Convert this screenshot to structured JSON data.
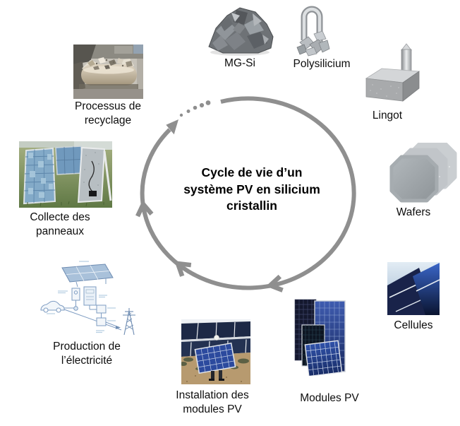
{
  "title": {
    "text": "Cycle de vie d’un système PV en silicium cristallin",
    "lines": [
      "Cycle de vie d’un",
      "système PV en silicium",
      "cristallin"
    ]
  },
  "cycle": {
    "direction": "clockwise",
    "arrow_color": "#8f8f8f",
    "dotted_segment": "between recycling stage and MG-Si stage",
    "stages": [
      {
        "id": "mg-si",
        "label": "MG-Si",
        "lines": [
          "MG-Si"
        ],
        "icon": "silicon-chunks-photo"
      },
      {
        "id": "polysilicium",
        "label": "Polysilicium",
        "lines": [
          "Polysilicium"
        ],
        "icon": "polysilicon-rod-photo"
      },
      {
        "id": "lingot",
        "label": "Lingot",
        "lines": [
          "Lingot"
        ],
        "icon": "silicon-ingot-photo"
      },
      {
        "id": "wafers",
        "label": "Wafers",
        "lines": [
          "Wafers"
        ],
        "icon": "wafer-stack-photo"
      },
      {
        "id": "cellules",
        "label": "Cellules",
        "lines": [
          "Cellules"
        ],
        "icon": "solar-cells-photo"
      },
      {
        "id": "modules-pv",
        "label": "Modules PV",
        "lines": [
          "Modules PV"
        ],
        "icon": "pv-modules-photo"
      },
      {
        "id": "installation",
        "label": "Installation des modules PV",
        "lines": [
          "Installation des",
          "modules PV"
        ],
        "icon": "module-installation-photo"
      },
      {
        "id": "production",
        "label": "Production de l’électricité",
        "lines": [
          "Production de",
          "l’électricité"
        ],
        "icon": "electricity-system-schematic"
      },
      {
        "id": "collecte",
        "label": "Collecte des panneaux",
        "lines": [
          "Collecte des",
          "panneaux"
        ],
        "icon": "panel-collection-photo"
      },
      {
        "id": "recyclage",
        "label": "Processus de recyclage",
        "lines": [
          "Processus de",
          "recyclage"
        ],
        "icon": "recycling-process-photo"
      }
    ]
  },
  "colors": {
    "background": "#ffffff",
    "cycle_arrow": "#8f8f8f",
    "title_text": "#000000",
    "label_text": "#0d0d0d",
    "cell_blue": "#2a52b8",
    "module_navy": "#1c2a5e"
  }
}
